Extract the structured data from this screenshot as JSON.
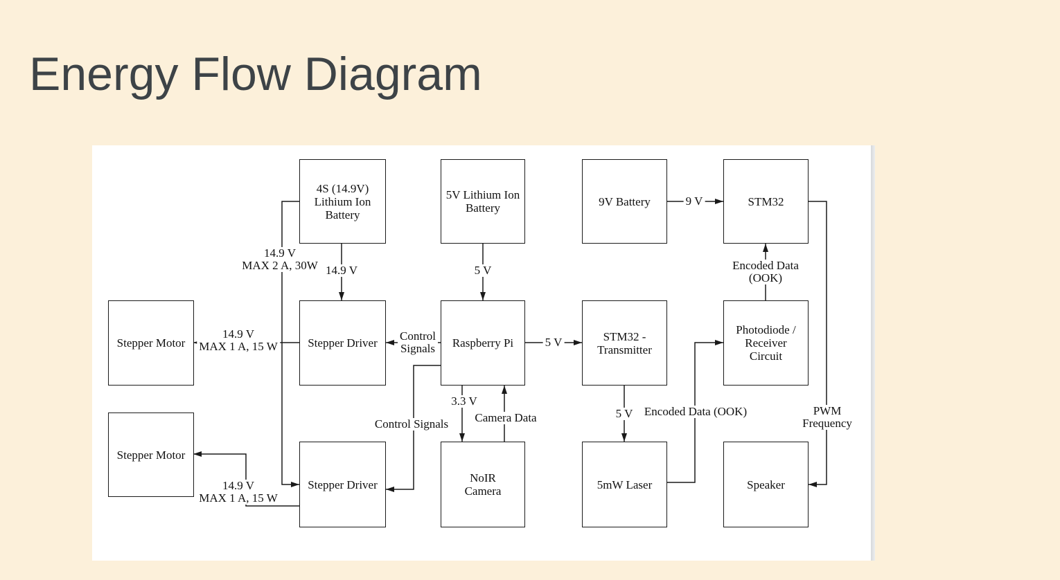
{
  "page": {
    "title": "Energy Flow Diagram"
  },
  "colors": {
    "background": "#fcf0da",
    "panel": "#ffffff",
    "stroke": "#1a1a1a",
    "title": "#3d4347"
  },
  "diagram": {
    "nodes": [
      {
        "id": "battery-4s",
        "label": "4S (14.9V)\nLithium Ion\nBattery"
      },
      {
        "id": "battery-5v",
        "label": "5V Lithium Ion\nBattery"
      },
      {
        "id": "battery-9v",
        "label": "9V Battery"
      },
      {
        "id": "stm32",
        "label": "STM32"
      },
      {
        "id": "stepper-motor-1",
        "label": "Stepper Motor"
      },
      {
        "id": "stepper-driver-1",
        "label": "Stepper Driver"
      },
      {
        "id": "raspberry-pi",
        "label": "Raspberry Pi"
      },
      {
        "id": "stm32-transmitter",
        "label": "STM32 -\nTransmitter"
      },
      {
        "id": "photodiode",
        "label": "Photodiode /\nReceiver\nCircuit"
      },
      {
        "id": "stepper-motor-2",
        "label": "Stepper Motor"
      },
      {
        "id": "stepper-driver-2",
        "label": "Stepper Driver"
      },
      {
        "id": "noir-camera",
        "label": "NoIR\nCamera"
      },
      {
        "id": "laser",
        "label": "5mW Laser"
      },
      {
        "id": "speaker",
        "label": "Speaker"
      }
    ],
    "edge_labels": [
      {
        "id": "battery4s-to-driver1",
        "text": "14.9 V"
      },
      {
        "id": "battery4s-to-driver2",
        "text": "14.9 V\nMAX 2 A, 30W"
      },
      {
        "id": "battery5v-to-pi",
        "text": "5 V"
      },
      {
        "id": "battery9v-to-stm32",
        "text": "9 V"
      },
      {
        "id": "photodiode-to-stm32",
        "text": "Encoded Data (OOK)"
      },
      {
        "id": "pi-to-driver1",
        "text": "Control\nSignals"
      },
      {
        "id": "driver1-to-motor1",
        "text": "14.9 V\nMAX 1 A, 15 W"
      },
      {
        "id": "pi-to-stm32tx",
        "text": "5 V"
      },
      {
        "id": "pi-to-camera",
        "text": "3.3 V"
      },
      {
        "id": "camera-to-pi",
        "text": "Camera Data"
      },
      {
        "id": "pi-to-driver2",
        "text": "Control Signals"
      },
      {
        "id": "stm32tx-to-laser",
        "text": "5 V"
      },
      {
        "id": "laser-to-photodiode",
        "text": "Encoded Data (OOK)"
      },
      {
        "id": "stm32-to-speaker",
        "text": "PWM Frequency"
      },
      {
        "id": "driver2-to-motor2",
        "text": "14.9 V\nMAX 1 A, 15 W"
      }
    ]
  }
}
